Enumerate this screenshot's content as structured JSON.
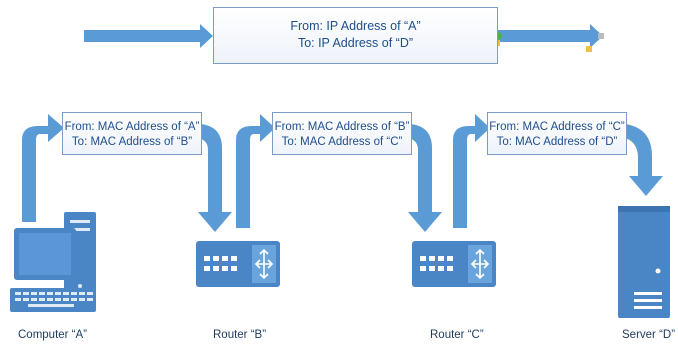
{
  "ip_header": {
    "from": "From: IP Address of “A”",
    "to": "To: IP Address of “D”"
  },
  "mac_headers": [
    {
      "from": "From: MAC Address of “A”",
      "to": "To: MAC Address of “B”"
    },
    {
      "from": "From: MAC Address of “B”",
      "to": "To: MAC Address of “C”"
    },
    {
      "from": "From: MAC Address of “C”",
      "to": "To: MAC Address of “D”"
    }
  ],
  "devices": [
    {
      "label": "Computer “A”",
      "icon": "computer-icon"
    },
    {
      "label": "Router “B”",
      "icon": "router-icon"
    },
    {
      "label": "Router “C”",
      "icon": "router-icon"
    },
    {
      "label": "Server “D”",
      "icon": "server-icon"
    }
  ],
  "colors": {
    "arrow": "#5b9bd5",
    "device": "#4a86c5",
    "box_border": "#7a9cc6",
    "box_text": "#1f4e8c"
  }
}
